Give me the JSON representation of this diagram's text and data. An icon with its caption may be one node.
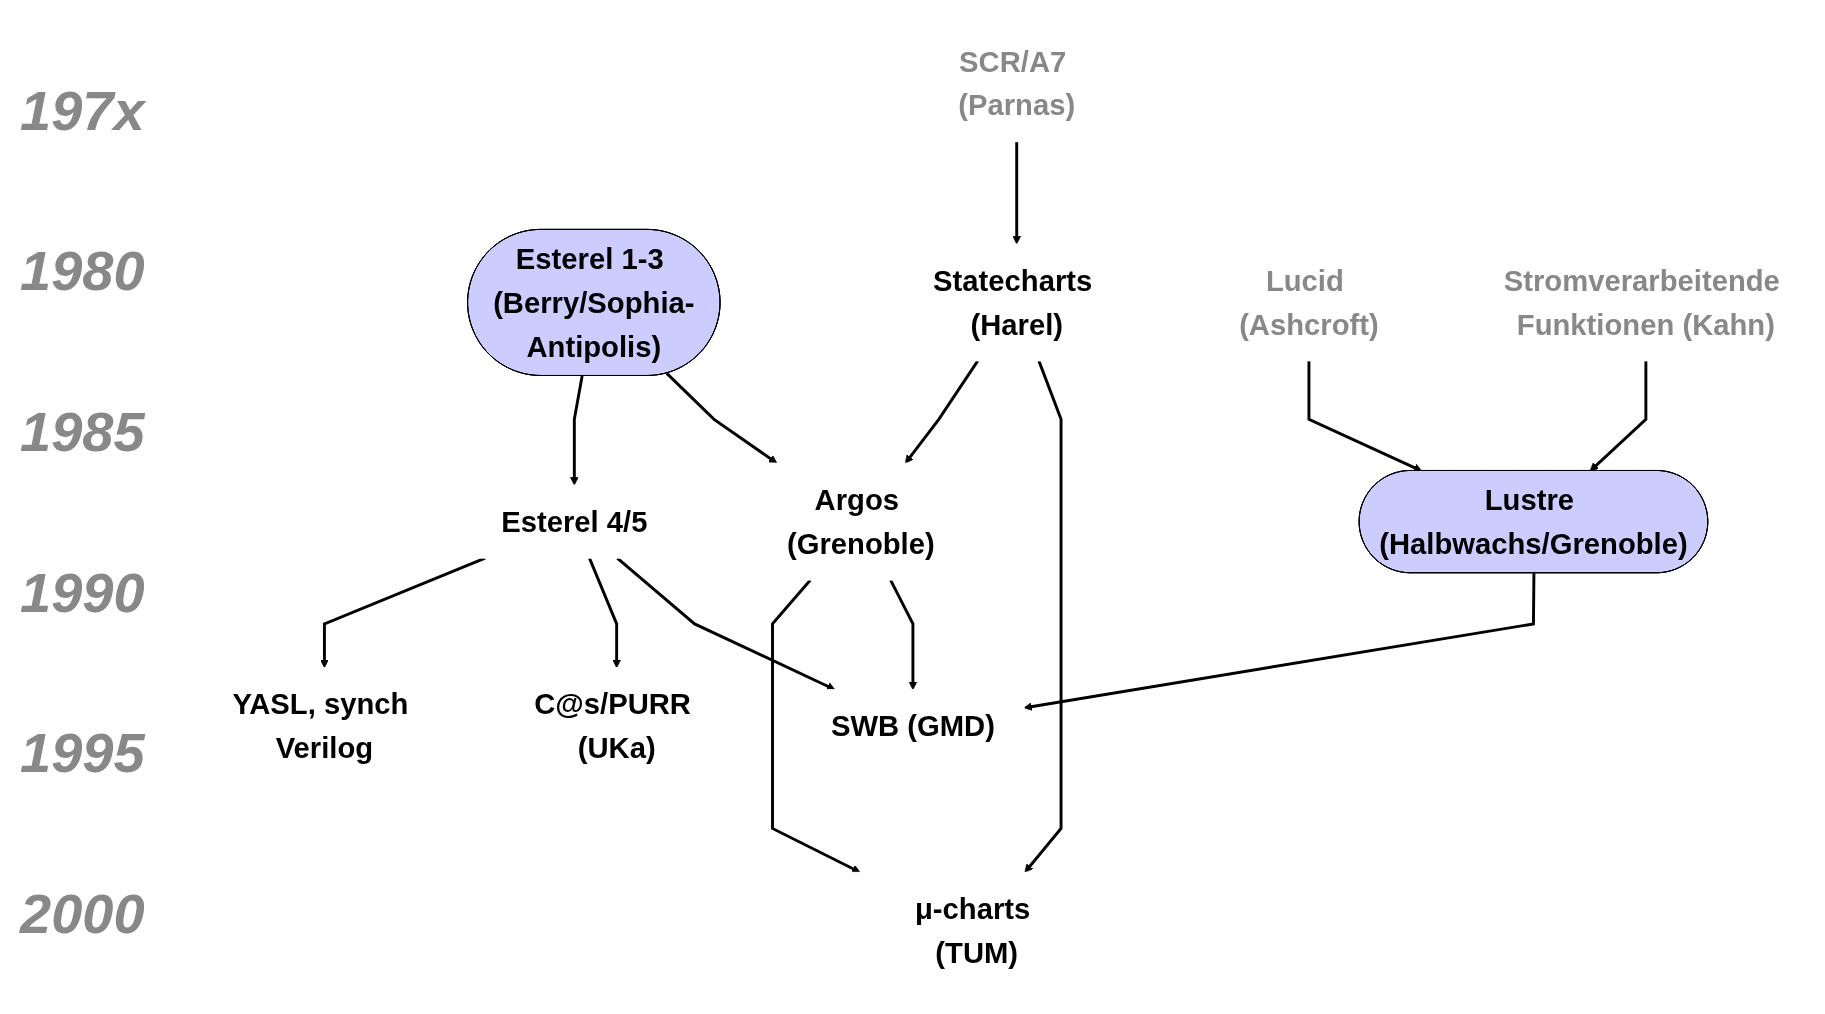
{
  "diagram": {
    "nodes": [
      {
        "text": [
          "Lucid (Ashcroft)"
        ]
      },
      {
        "text": [
          "Stromverarbeitende Funktionen (Kahn)"
        ]
      },
      {
        "text": [
          "SCR/A7 (Parnas)"
        ]
      },
      {
        "text": [
          "Esterel 1-3 (Berry/Sophia-Antipolis)"
        ]
      },
      {
        "text": [
          "Statecharts (Harel)"
        ]
      },
      {
        "text": [
          "Lustre (Halbwachs/Grenoble)"
        ]
      },
      {
        "text": [
          "Argos (Grenoble)"
        ]
      },
      {
        "text": [
          "Esterel 4/5"
        ]
      },
      {
        "text": [
          "YASL, synch Verilog"
        ]
      },
      {
        "text": [
          "C@s/PURR (UKa)"
        ]
      },
      {
        "text": [
          "μ-charts (TUM)"
        ]
      },
      {
        "text": [
          "SWB (GMD)"
        ]
      }
    ],
    "edges": [
      {
        "from": 3,
        "to": 7,
        "arrow": "to"
      },
      {
        "from": 3,
        "to": 6,
        "arrow": "to"
      },
      {
        "from": 2,
        "to": 4,
        "arrow": "to"
      },
      {
        "from": 4,
        "to": 6,
        "arrow": "to"
      },
      {
        "from": 4,
        "to": 10,
        "arrow": "to"
      },
      {
        "from": 0,
        "to": 5,
        "arrow": "to"
      },
      {
        "from": 1,
        "to": 5,
        "arrow": "to"
      },
      {
        "from": 7,
        "to": 8,
        "arrow": "to"
      },
      {
        "from": 7,
        "to": 9,
        "arrow": "to"
      },
      {
        "from": 6,
        "to": 10,
        "arrow": "to"
      },
      {
        "from": 7,
        "to": 11,
        "arrow": "to"
      },
      {
        "from": 6,
        "to": 11,
        "arrow": "to"
      },
      {
        "from": 5,
        "to": 11,
        "arrow": "to"
      }
    ],
    "labels": [
      "197x",
      "1980",
      "1985",
      "1990",
      "1995",
      "2000"
    ]
  }
}
